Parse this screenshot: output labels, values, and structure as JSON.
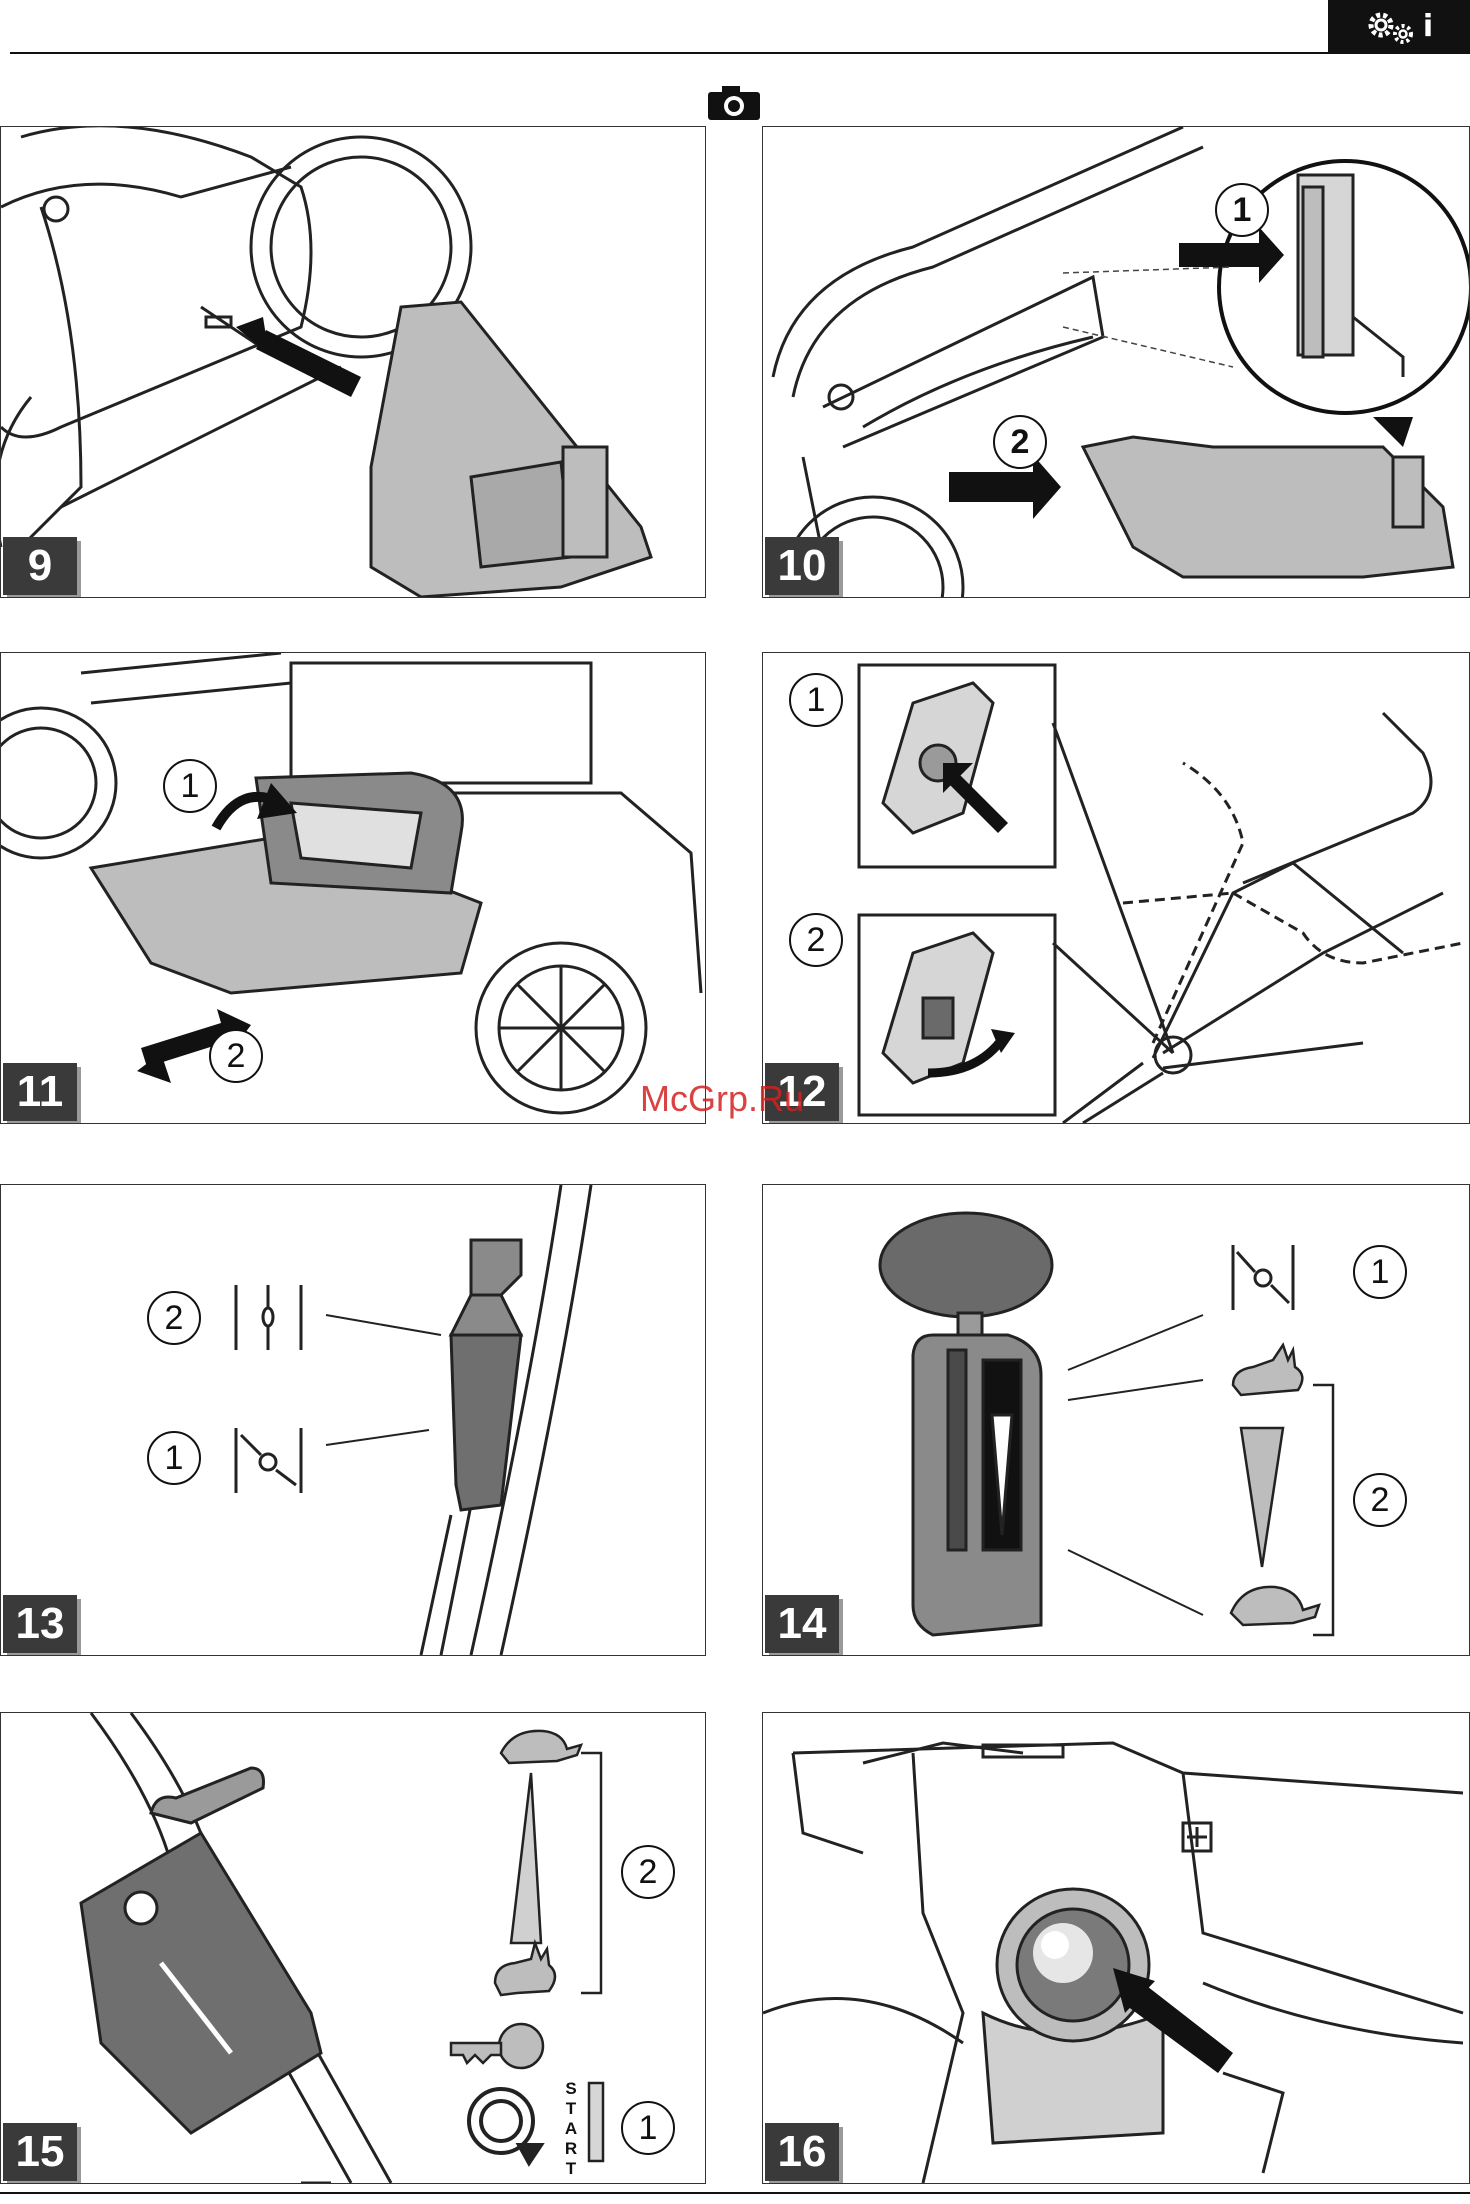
{
  "header": {
    "tab_glyph_text": "i",
    "tab_icons": [
      "gears-icon",
      "info-icon"
    ]
  },
  "watermark": "McGrp.Ru",
  "figures": [
    {
      "number": "9",
      "callouts": []
    },
    {
      "number": "10",
      "callouts": [
        "1",
        "2"
      ]
    },
    {
      "number": "11",
      "callouts": [
        "1",
        "2"
      ]
    },
    {
      "number": "12",
      "callouts": [
        "1",
        "2"
      ]
    },
    {
      "number": "13",
      "callouts": [
        "2",
        "1"
      ]
    },
    {
      "number": "14",
      "callouts": [
        "1",
        "2"
      ]
    },
    {
      "number": "15",
      "callouts": [
        "2",
        "1"
      ],
      "start_letters": [
        "S",
        "T",
        "A",
        "R",
        "T"
      ]
    },
    {
      "number": "16",
      "callouts": []
    }
  ],
  "colors": {
    "panel_fill": "#bdbdbd",
    "badge": "#3a3a3a",
    "line": "#222222",
    "accent_watermark": "#d42020"
  }
}
